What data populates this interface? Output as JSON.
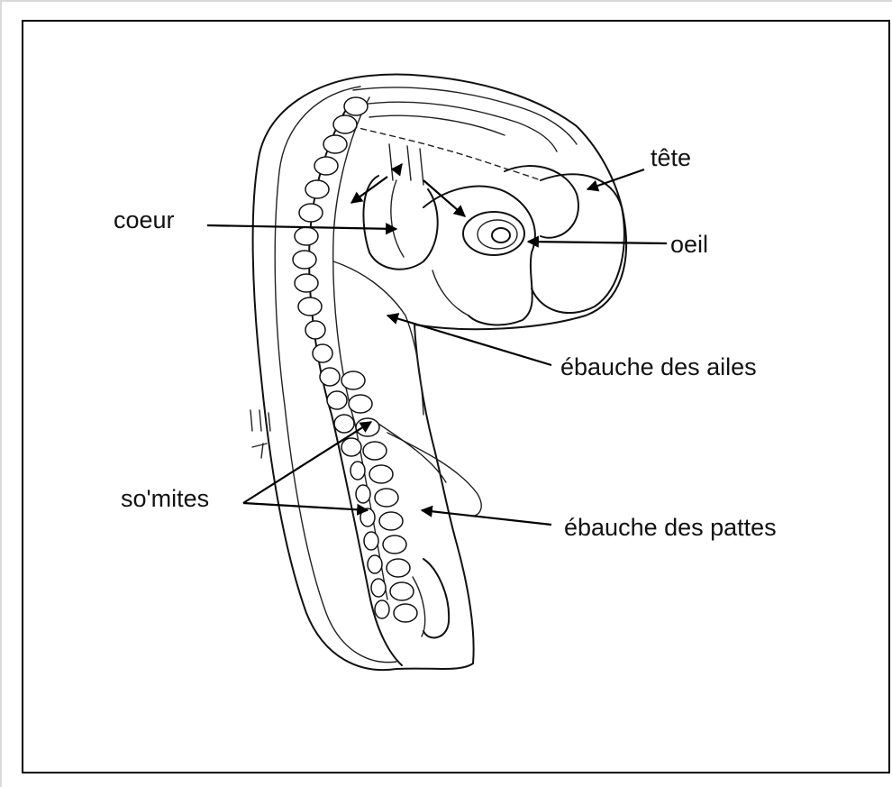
{
  "figure": {
    "labels": {
      "tete": "tête",
      "coeur": "coeur",
      "oeil": "oeil",
      "ailes": "ébauche des ailes",
      "somites": "so'mites",
      "pattes": "ébauche des pattes"
    }
  }
}
